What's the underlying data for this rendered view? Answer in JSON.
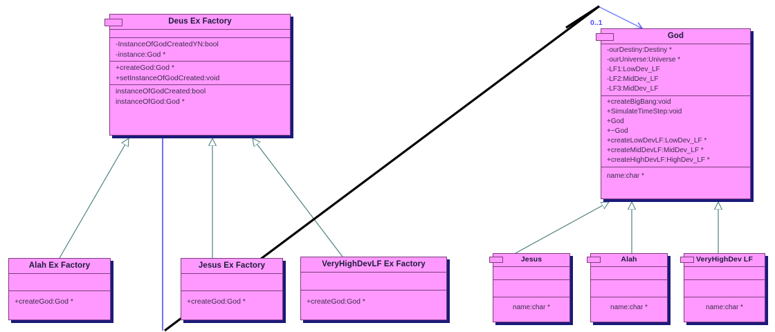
{
  "diagram": {
    "type": "uml-class-diagram",
    "background": "#ffffff",
    "class_fill": "#ff99ff",
    "class_border": "#7d3a7d",
    "class_shadow": "#1a1a7a",
    "generalization_color": "#4f7f7f",
    "association_color": "#4a4aff",
    "annotation_color": "#000000"
  },
  "classes": {
    "deus_ex_factory": {
      "name": "Deus Ex Factory",
      "attributes": [
        "-InstanceOfGodCreatedYN:bool",
        "-instance:God *"
      ],
      "operations": [
        "+createGod:God *",
        "+setInstanceOfGodCreated:void"
      ],
      "extra": [
        "instanceOfGodCreated:bool",
        "instanceOfGod:God *"
      ]
    },
    "god": {
      "name": "God",
      "attributes": [
        "-ourDestiny:Destiny *",
        "-ourUniverse:Universe *",
        "-LF1:LowDev_LF",
        "-LF2:MidDev_LF",
        "-LF3:MidDev_LF"
      ],
      "operations": [
        "+createBigBang:void",
        "+SimulateTimeStep:void",
        "+God",
        "+~God",
        "+createLowDevLF:LowDev_LF *",
        "+createMidDevLF:MidDev_LF *",
        "+createHighDevLF:HighDev_LF *"
      ],
      "extra": [
        "name:char *"
      ]
    },
    "alah_ex_factory": {
      "name": "Alah Ex Factory",
      "attributes": [],
      "operations": [
        "+createGod:God *"
      ]
    },
    "jesus_ex_factory": {
      "name": "Jesus Ex Factory",
      "attributes": [],
      "operations": [
        "+createGod:God *"
      ]
    },
    "veryhighdevlf_ex_factory": {
      "name": "VeryHighDevLF Ex Factory",
      "attributes": [],
      "operations": [
        "+createGod:God *"
      ]
    },
    "jesus": {
      "name": "Jesus",
      "attributes": [],
      "operations": [],
      "extra": [
        "name:char *"
      ]
    },
    "alah": {
      "name": "Alah",
      "attributes": [],
      "operations": [],
      "extra": [
        "name:char *"
      ]
    },
    "veryhighdev_lf": {
      "name": "VeryHighDev LF",
      "attributes": [],
      "operations": [],
      "extra": [
        "name:char *"
      ]
    }
  },
  "relationships": {
    "multiplicity_label": "0..1",
    "generalizations": [
      {
        "from": "Alah Ex Factory",
        "to": "Deus Ex Factory"
      },
      {
        "from": "Jesus Ex Factory",
        "to": "Deus Ex Factory"
      },
      {
        "from": "VeryHighDevLF Ex Factory",
        "to": "Deus Ex Factory"
      },
      {
        "from": "Jesus",
        "to": "God"
      },
      {
        "from": "Alah",
        "to": "God"
      },
      {
        "from": "VeryHighDev LF",
        "to": "God"
      }
    ],
    "associations": [
      {
        "from": "Deus Ex Factory",
        "to": "God",
        "multiplicity": "0..1"
      }
    ]
  }
}
